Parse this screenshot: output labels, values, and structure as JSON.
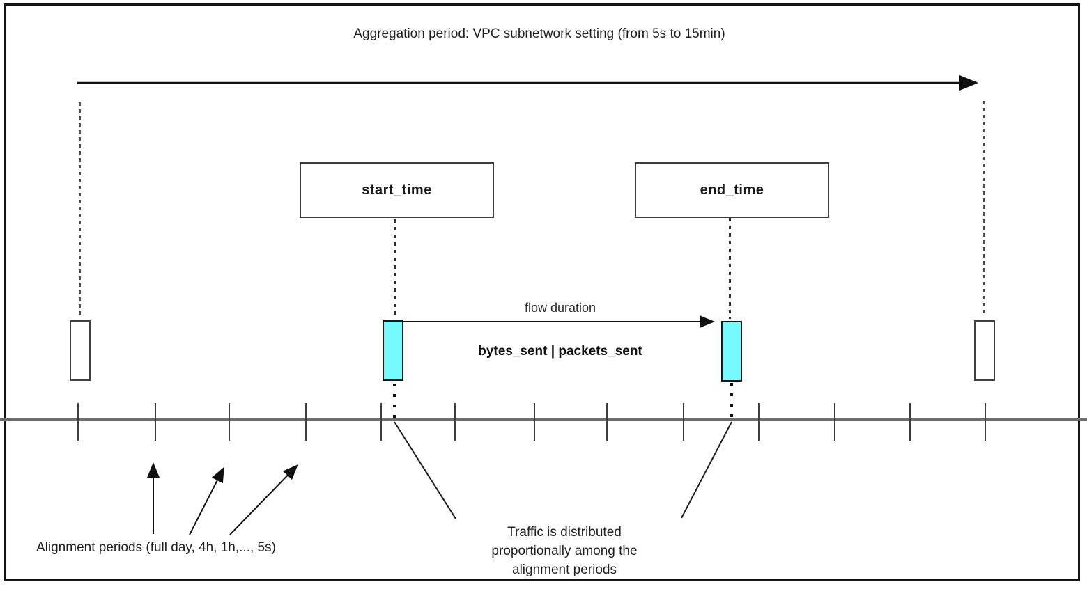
{
  "title": "Aggregation period: VPC subnetwork setting (from 5s to 15min)",
  "markers": {
    "start_box_label": "start_time",
    "end_box_label": "end_time"
  },
  "flow": {
    "duration_label": "flow duration",
    "metrics_label": "bytes_sent | packets_sent"
  },
  "annotations": {
    "alignment_label": "Alignment periods (full day, 4h, 1h,..., 5s)",
    "traffic_note": "Traffic is distributed\nproportionally among the\nalignment periods"
  },
  "colors": {
    "highlight": "#73FAFC",
    "line": "#1a1a1a",
    "timeline_gray": "#6e6e6e"
  },
  "timeline": {
    "tick_positions": [
      111,
      222,
      328,
      438,
      546,
      652,
      766,
      870,
      980,
      1088,
      1197,
      1305,
      1413
    ]
  }
}
